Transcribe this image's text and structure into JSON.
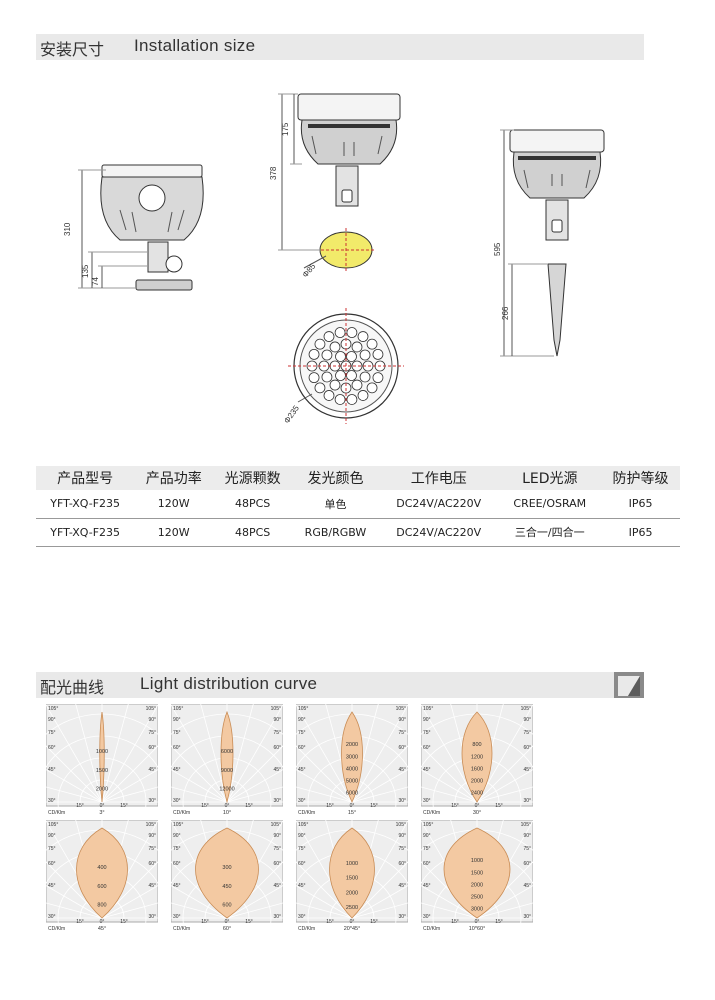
{
  "installation": {
    "title_zh": "安装尺寸",
    "title_en": "Installation size",
    "dimensions": {
      "side_height": "310",
      "side_lower": "135",
      "side_base": "74",
      "front_top": "175",
      "front_total": "378",
      "bracket_dia": "Φ85",
      "lens_dia": "Φ235",
      "spike_total": "595",
      "spike_len": "266"
    }
  },
  "spec_table": {
    "headers": [
      "产品型号",
      "产品功率",
      "光源颗数",
      "发光颜色",
      "工作电压",
      "LED光源",
      "防护等级"
    ],
    "rows": [
      [
        "YFT-XQ-F235",
        "120W",
        "48PCS",
        "单色",
        "DC24V/AC220V",
        "CREE/OSRAM",
        "IP65"
      ],
      [
        "YFT-XQ-F235",
        "120W",
        "48PCS",
        "RGB/RGBW",
        "DC24V/AC220V",
        "三合一/四合一",
        "IP65"
      ]
    ]
  },
  "light_curves": {
    "title_zh": "配光曲线",
    "title_en": "Light distribution curve",
    "unit_label": "CD/Klm",
    "angle_labels": [
      "105°",
      "90°",
      "75°",
      "60°",
      "45°",
      "30°",
      "15°",
      "0°"
    ],
    "charts": [
      {
        "beam": "3°",
        "values": [
          "1000",
          "1500",
          "2000"
        ],
        "spread": 3
      },
      {
        "beam": "10°",
        "values": [
          "6000",
          "9000",
          "12000"
        ],
        "spread": 8
      },
      {
        "beam": "15°",
        "values": [
          "2000",
          "3000",
          "4000",
          "5000",
          "6000"
        ],
        "spread": 14
      },
      {
        "beam": "30°",
        "values": [
          "800",
          "1200",
          "1600",
          "2000",
          "2400"
        ],
        "spread": 20
      },
      {
        "beam": "45°",
        "values": [
          "400",
          "600",
          "800"
        ],
        "spread": 34
      },
      {
        "beam": "60°",
        "values": [
          "300",
          "450",
          "600"
        ],
        "spread": 42
      },
      {
        "beam": "20*45°",
        "values": [
          "1000",
          "1500",
          "2000",
          "2500"
        ],
        "spread": 30
      },
      {
        "beam": "10*60°",
        "values": [
          "1000",
          "1500",
          "2000",
          "2500",
          "3000"
        ],
        "spread": 44
      }
    ]
  },
  "colors": {
    "beam_fill": "#f3c9a2",
    "beam_stroke": "#c98c55",
    "section_bg": "#e9e9e9",
    "line": "#555555"
  }
}
